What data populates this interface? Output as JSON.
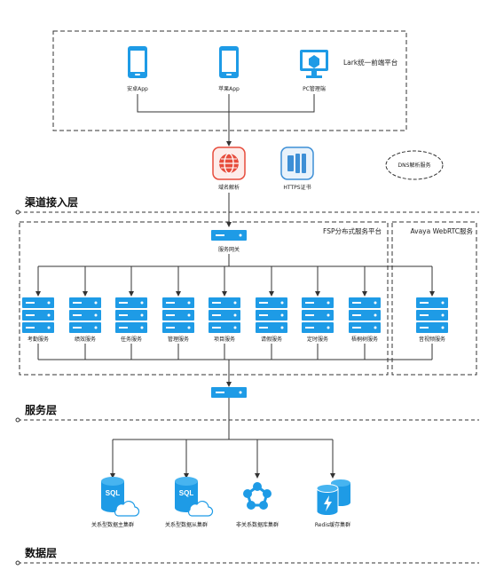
{
  "frontend": {
    "platform_title": "Lark统一前端平台",
    "clients": [
      "安卓App",
      "苹果App",
      "PC管理端"
    ]
  },
  "channel": {
    "dns_label": "域名解析",
    "https_label": "HTTPS证书",
    "dns_service_label": "DNS解析服务",
    "layer_title": "渠道接入层"
  },
  "service": {
    "fsp_title": "FSP分布式服务平台",
    "avaya_title": "Avaya WebRTC服务",
    "gateway_label": "服务网关",
    "services": [
      "考勤服务",
      "绩效服务",
      "任务服务",
      "管理服务",
      "项目服务",
      "请假服务",
      "定时服务",
      "梧桐树服务"
    ],
    "avaya_services": [
      "音视频服务"
    ],
    "layer_title": "服务层"
  },
  "data": {
    "stores": [
      "关系型数据主集群",
      "关系型数据从集群",
      "非关系数据库集群",
      "Redis缓存集群"
    ],
    "sql_text": "SQL",
    "layer_title": "数据层"
  },
  "colors": {
    "server_blue": "#1e9be6",
    "line": "#333333",
    "dns_red": "#e74c3c",
    "https_blue": "#3d8fd6"
  }
}
